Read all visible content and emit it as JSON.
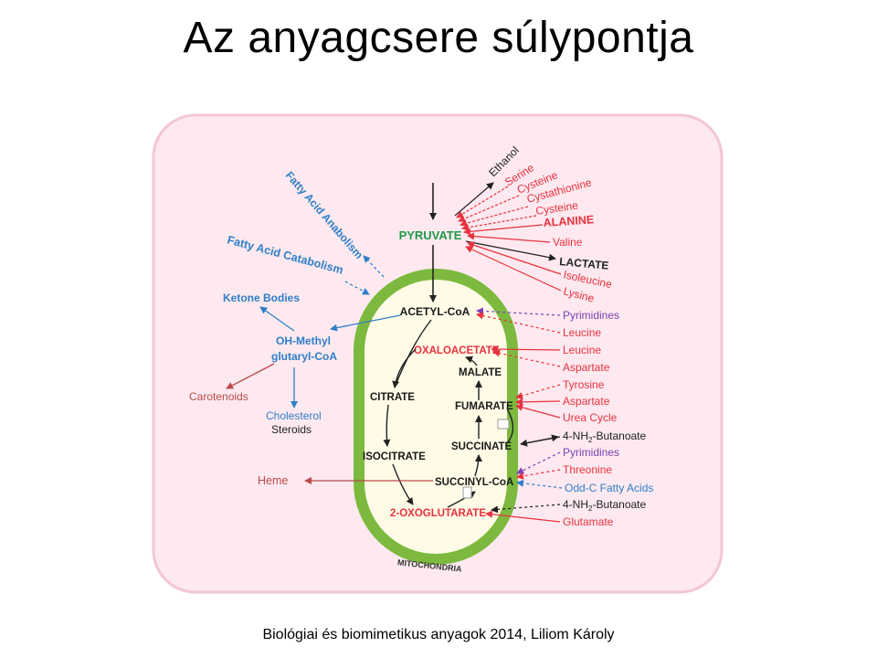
{
  "slide": {
    "title": "Az anyagcsere súlypontja",
    "footer": "Biológiai és biomimetikus anyagok 2014, Liliom Károly"
  },
  "diagram": {
    "pyruvate": "PYRUVATE",
    "acetyl_coa": "ACETYL-CoA",
    "mitochondria": "MITOCHONDRIA",
    "cycle": {
      "oxaloacetate": "OXALOACETATE",
      "malate": "MALATE",
      "fumarate": "FUMARATE",
      "succinate": "SUCCINATE",
      "succinyl_coa": "SUCCINYL-CoA",
      "oxoglutarate": "2-OXOGLUTARATE",
      "isocitrate": "ISOCITRATE",
      "citrate": "CITRATE"
    },
    "left": {
      "fatty_acid_anabolism": "Fatty Acid Anabolism",
      "fatty_acid_catabolism": "Fatty Acid Catabolism",
      "ketone_bodies": "Ketone Bodies",
      "oh_methyl_1": "OH-Methyl",
      "oh_methyl_2": "glutaryl-CoA",
      "carotenoids": "Carotenoids",
      "cholesterol": "Cholesterol",
      "steroids": "Steroids",
      "heme": "Heme"
    },
    "right_diag": {
      "ethanol": "Ethanol",
      "serine": "Serine",
      "cysteine1": "Cysteine",
      "cystathionine": "Cystathionine",
      "cysteine2": "Cysteine",
      "alanine": "ALANINE"
    },
    "right": {
      "valine": "Valine",
      "lactate": "LACTATE",
      "isoleucine": "Isoleucine",
      "lysine": "Lysine",
      "pyrimidines1": "Pyrimidines",
      "leucine1": "Leucine",
      "leucine2": "Leucine",
      "aspartate1": "Aspartate",
      "tyrosine": "Tyrosine",
      "aspartate2": "Aspartate",
      "urea_cycle": "Urea Cycle",
      "butanoate1_a": "4-NH",
      "butanoate1_sub": "2",
      "butanoate1_b": "-Butanoate",
      "pyrimidines2": "Pyrimidines",
      "threonine": "Threonine",
      "odd_c": "Odd-C Fatty Acids",
      "butanoate2_a": "4-NH",
      "butanoate2_sub": "2",
      "butanoate2_b": "-Butanoate",
      "glutamate": "Glutamate"
    }
  },
  "colors": {
    "panel_bg": "#fde9ef",
    "panel_border": "#f3c6d3",
    "mito_fill": "#fffbe6",
    "mito_border": "#7cb93e",
    "red": "#e8323f",
    "blue": "#2f7fc8",
    "purple": "#7d3fb5",
    "green": "#1f9a48",
    "dark": "#222222"
  }
}
